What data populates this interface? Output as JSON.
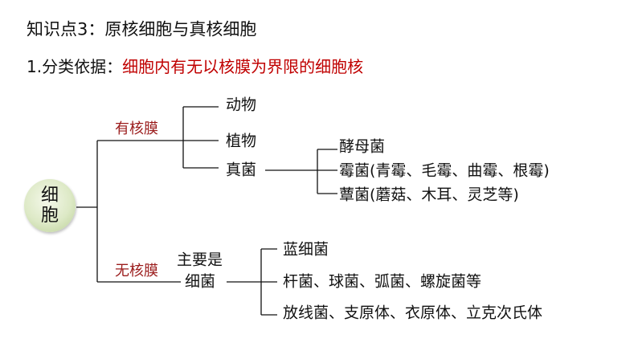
{
  "title": "知识点3：原核细胞与真核细胞",
  "subtitle": {
    "prefix": "1.分类依据：",
    "highlight": "细胞内有无以核膜为界限的细胞核"
  },
  "root": {
    "line1": "细",
    "line2": "胞"
  },
  "eukaryote": {
    "label": "有核膜",
    "items": [
      "动物",
      "植物",
      "真菌"
    ],
    "fungi": [
      "酵母菌",
      "霉菌(青霉、毛霉、曲霉、根霉)",
      "蕈菌(蘑菇、木耳、灵芝等)"
    ]
  },
  "prokaryote": {
    "label": "无核膜",
    "mainly": "主要是",
    "bacteria": "细菌",
    "items": [
      "蓝细菌",
      "杆菌、球菌、弧菌、螺旋菌等",
      "放线菌、支原体、衣原体、立克次氏体"
    ]
  },
  "colors": {
    "highlight": "#c00000",
    "branch_label": "#9b1c1c"
  }
}
